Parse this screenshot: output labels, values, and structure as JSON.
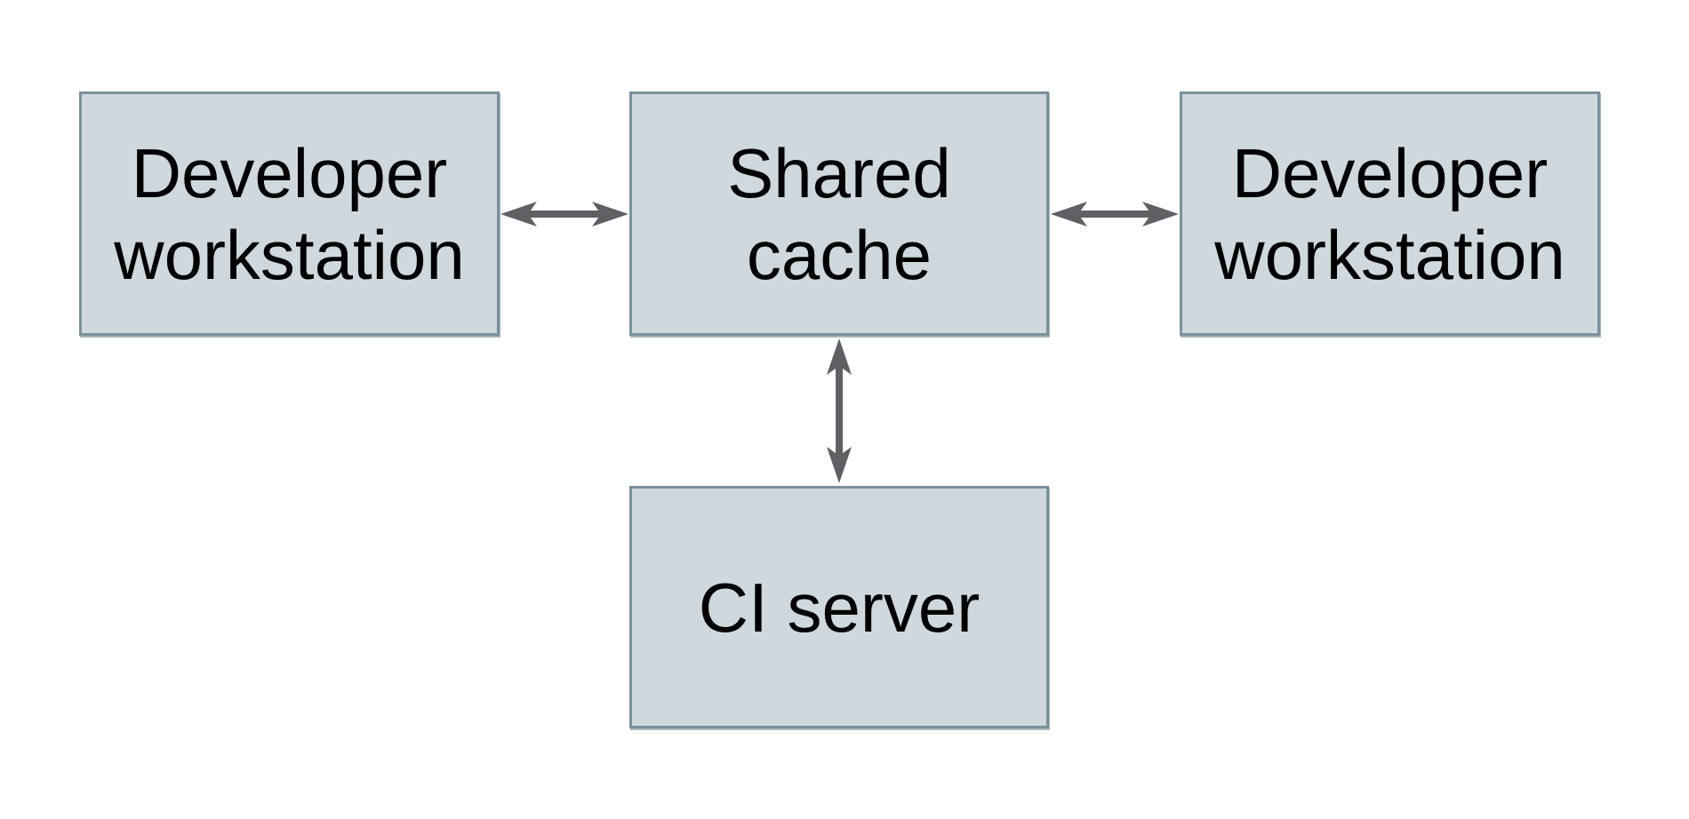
{
  "colors": {
    "background": "#ffffff",
    "node-fill": "#cfd8dc",
    "node-border": "#7a919d",
    "node-shadow": "rgba(69,90,100,0.45)",
    "arrow": "#5f6063",
    "text": "#000000"
  },
  "diagram": {
    "type": "architecture-diagram",
    "nodes": [
      {
        "id": "developer-workstation-left",
        "label": "Developer workstation"
      },
      {
        "id": "shared-cache",
        "label": "Shared cache"
      },
      {
        "id": "developer-workstation-right",
        "label": "Developer workstation"
      },
      {
        "id": "ci-server",
        "label": "CI server"
      }
    ],
    "connections": [
      {
        "from": "developer-workstation-left",
        "to": "shared-cache",
        "direction": "bidirectional",
        "orientation": "horizontal"
      },
      {
        "from": "shared-cache",
        "to": "developer-workstation-right",
        "direction": "bidirectional",
        "orientation": "horizontal"
      },
      {
        "from": "shared-cache",
        "to": "ci-server",
        "direction": "bidirectional",
        "orientation": "vertical"
      }
    ]
  }
}
